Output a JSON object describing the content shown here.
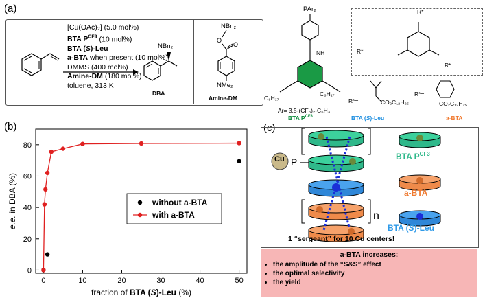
{
  "panel_a": {
    "label": "(a)",
    "conditions": [
      "[Cu(OAc)₂] (5.0 mol%)",
      "BTA P^CF3 (10 mol%)",
      "BTA (S)-Leu",
      "a-BTA when present (10 mol%)",
      "DMMS (400 mol%)",
      "Amine-DM (180 mol%)",
      "toluene, 313 K"
    ],
    "product_label": "DBA",
    "product_group": "NBn₂",
    "amine_label": "Amine-DM",
    "amine_top": "NBn₂",
    "amine_bottom": "NMe₂",
    "bta_pcf3_top": "PAr₂",
    "bta_pcf3_nh": "NH",
    "bta_pcf3_alkyl": "C₈H₁₇",
    "bta_pcf3_alkyl2": "C₈H₁₇",
    "ar_def": "Ar= 3,5-(CF₃)₂-C₆H₃",
    "bta_pcf3_label": "BTA P^CF3",
    "rstar_core": "R*",
    "rstar_eq1": "R*=",
    "rstar_eq2": "R*=",
    "ester1": "CO₂C₁₂H₂₅",
    "ester2": "CO₂C₁₂H₂₅",
    "leu_label": "BTA (S)-Leu",
    "abta_label": "a-BTA",
    "colors": {
      "pcf3": "#0a8a3a",
      "leu": "#1f8fe0",
      "abta": "#f07a30"
    }
  },
  "panel_b": {
    "label": "(b)",
    "chart_data": {
      "type": "scatter",
      "xlabel": "fraction of BTA (S)-Leu (%)",
      "ylabel": "e.e. in DBA (%)",
      "xlim": [
        -2,
        52
      ],
      "ylim": [
        -2,
        90
      ],
      "xticks": [
        0,
        10,
        20,
        30,
        40,
        50
      ],
      "yticks": [
        0,
        20,
        40,
        60,
        80
      ],
      "series": [
        {
          "name": "without a-BTA",
          "color": "#000000",
          "line": false,
          "x": [
            0,
            1,
            50
          ],
          "y": [
            0,
            10,
            69.5
          ]
        },
        {
          "name": "with a-BTA",
          "color": "#e02020",
          "line": true,
          "x": [
            0,
            0.25,
            0.5,
            1,
            2,
            5,
            10,
            25,
            50
          ],
          "y": [
            0,
            42,
            51.5,
            62,
            75.5,
            77.5,
            80.5,
            80.8,
            81
          ]
        }
      ],
      "legend_position": "lower-right"
    }
  },
  "panel_c": {
    "label": "(c)",
    "cu": "Cu",
    "p": "P",
    "n": "n",
    "legend": [
      "BTA P^CF3",
      "a-BTA",
      "BTA (S)-Leu"
    ],
    "caption": "1 “sergeant” for 10 Cu centers!",
    "effect_title": "a-BTA increases:",
    "effects": [
      "the amplitude of the “S&S” effect",
      "the optimal selectivity",
      "the yield"
    ]
  }
}
